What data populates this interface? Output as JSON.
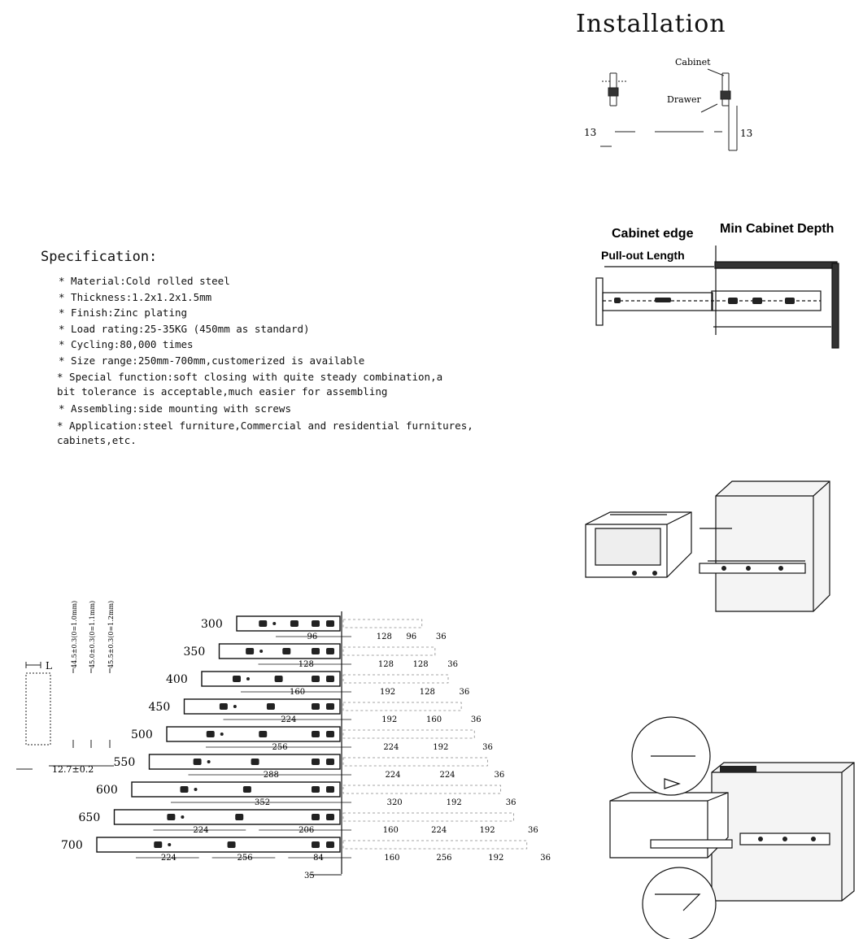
{
  "installation": {
    "title": "Installation",
    "cabinet_label": "Cabinet",
    "drawer_label": "Drawer",
    "gap_left": "13",
    "gap_right": "13"
  },
  "depth_diagram": {
    "cabinet_edge": "Cabinet edge",
    "min_cabinet_depth": "Min Cabinet Depth",
    "pull_out_length": "Pull-out Length"
  },
  "specification": {
    "title": "Specification:",
    "items": [
      "* Material:Cold rolled steel",
      "* Thickness:1.2x1.2x1.5mm",
      "* Finish:Zinc plating",
      "* Load rating:25-35KG (450mm as standard)",
      "* Cycling:80,000 times",
      "* Size range:250mm-700mm,customerized is available",
      "* Special function:soft closing with quite steady combination,a bit tolerance is acceptable,much easier for assembling",
      "* Assembling:side mounting with screws",
      "* Application:steel furniture,Commercial and residential furnitures, cabinets,etc."
    ]
  },
  "profile": {
    "L_label": "L",
    "bottom_dim": "12.7±0.2",
    "heights": [
      "44.5±0.3(0=1.0mm)",
      "45.0±0.3(0=1.1mm)",
      "45.5±0.3(0=1.2mm)"
    ]
  },
  "sizes": [
    {
      "len": "300",
      "holes": [
        "96"
      ],
      "ext": [
        "128",
        "96",
        "36"
      ]
    },
    {
      "len": "350",
      "holes": [
        "128"
      ],
      "ext": [
        "128",
        "128",
        "36"
      ]
    },
    {
      "len": "400",
      "holes": [
        "160"
      ],
      "ext": [
        "192",
        "128",
        "36"
      ]
    },
    {
      "len": "450",
      "holes": [
        "224"
      ],
      "ext": [
        "192",
        "160",
        "36"
      ]
    },
    {
      "len": "500",
      "holes": [
        "256"
      ],
      "ext": [
        "224",
        "192",
        "36"
      ]
    },
    {
      "len": "550",
      "holes": [
        "288"
      ],
      "ext": [
        "224",
        "224",
        "36"
      ]
    },
    {
      "len": "600",
      "holes": [
        "352"
      ],
      "ext": [
        "320",
        "192",
        "36"
      ]
    },
    {
      "len": "650",
      "holes": [
        "224",
        "206"
      ],
      "ext": [
        "160",
        "224",
        "192",
        "36"
      ]
    },
    {
      "len": "700",
      "holes": [
        "224",
        "256",
        "84"
      ],
      "ext": [
        "160",
        "256",
        "192",
        "36"
      ]
    }
  ],
  "front_offset": "35"
}
